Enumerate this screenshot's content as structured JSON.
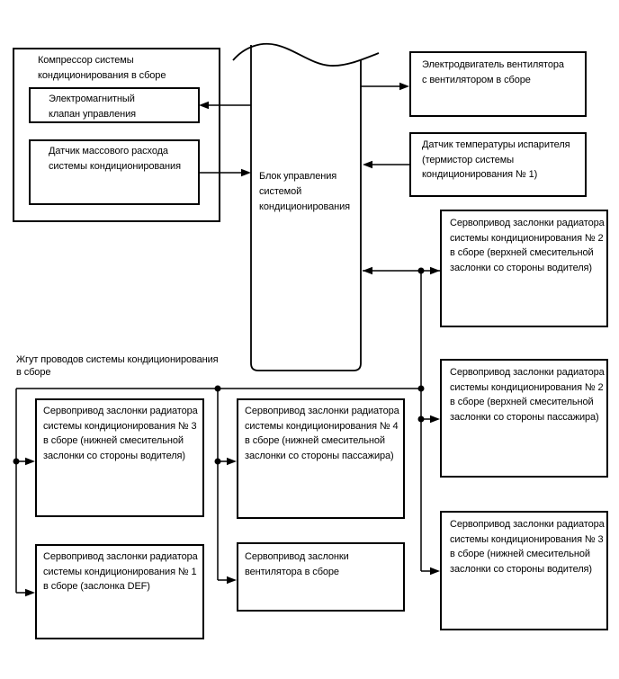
{
  "diagram": {
    "description": "A/C system wiring block diagram",
    "colors": {
      "line": "#000000",
      "background": "#ffffff",
      "text": "#000000"
    },
    "nodes": {
      "compressor": {
        "label": "Компрессор системы\nкондиционирования в сборе"
      },
      "solenoid_valve": {
        "label": "Электромагнитный\nклапан управления"
      },
      "mass_flow_sensor": {
        "label": "Датчик массового расхода\nсистемы кондиционирования"
      },
      "control_unit": {
        "label": "Блок управления\nсистемой\nкондиционирования"
      },
      "fan_motor": {
        "label": "Электродвигатель вентилятора\nс вентилятором в сборе"
      },
      "evaporator_sensor": {
        "label": "Датчик температуры испарителя\n(термистор системы\nкондиционирования № 1)"
      },
      "servo2_driver": {
        "label": "Сервопривод заслонки радиатора\nсистемы кондиционирования № 2\nв сборе (верхней смесительной\nзаслонки со стороны водителя)"
      },
      "servo2_passenger": {
        "label": "Сервопривод заслонки радиатора\nсистемы кондиционирования № 2\nв сборе (верхней смесительной\nзаслонки со стороны пассажира)"
      },
      "servo3_right": {
        "label": "Сервопривод заслонки радиатора\nсистемы кондиционирования № 3\nв сборе (нижней смесительной\nзаслонки со стороны водителя)"
      },
      "harness": {
        "label": "Жгут проводов системы кондиционирования\nв сборе"
      },
      "servo3_left": {
        "label": "Сервопривод заслонки радиатора\nсистемы кондиционирования № 3\nв сборе (нижней смесительной\nзаслонки со стороны водителя)"
      },
      "servo1_def": {
        "label": "Сервопривод заслонки радиатора\nсистемы кондиционирования № 1\nв сборе (заслонка DEF)"
      },
      "servo4_passenger": {
        "label": "Сервопривод заслонки радиатора\nсистемы кондиционирования № 4\nв сборе (нижней смесительной\nзаслонки со стороны пассажира)"
      },
      "fan_flap_servo": {
        "label": "Сервопривод заслонки\nвентилятора в сборе"
      }
    }
  }
}
